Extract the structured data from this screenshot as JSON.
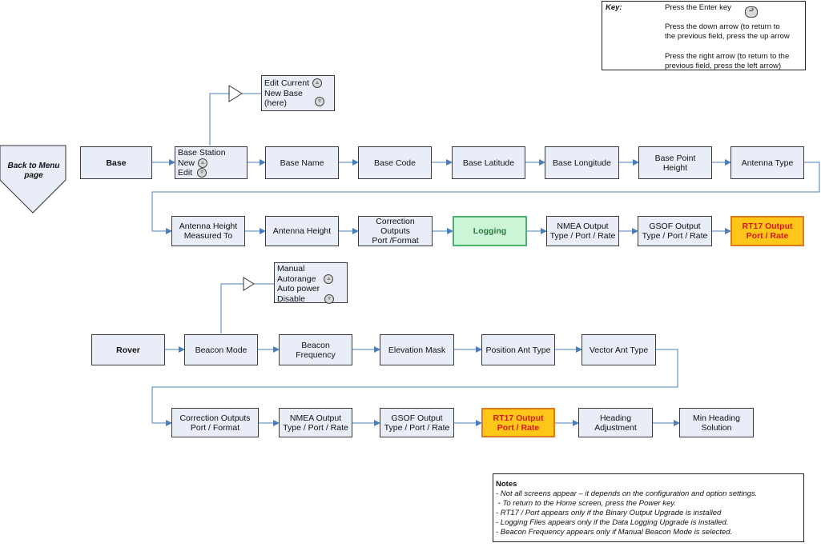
{
  "key": {
    "title": "Key:",
    "enter": "Press the Enter key",
    "down_1": "Press the down arrow (to return to",
    "down_2": "the previous field, press the up arrow",
    "right_1": "Press the right arrow (to return to the",
    "right_2": "previous field, press the left arrow)"
  },
  "back_to_menu": {
    "line1": "Back to Menu",
    "line2": "page"
  },
  "base_flow": {
    "base": "Base",
    "base_station_options": {
      "title": "Base Station",
      "new": "New",
      "edit": "Edit"
    },
    "edit_current_options": {
      "edit_current": "Edit Current",
      "new_base": "New Base",
      "here": "(here)"
    },
    "base_name": "Base Name",
    "base_code": "Base Code",
    "base_latitude": "Base Latitude",
    "base_longitude": "Base Longitude",
    "base_point_height": "Base Point Height",
    "antenna_type": "Antenna Type",
    "antenna_height_measured_to": {
      "line1": "Antenna Height",
      "line2": "Measured To"
    },
    "antenna_height": "Antenna Height",
    "correction_outputs": {
      "line1": "Correction Outputs",
      "line2": "Port /Format"
    },
    "logging": "Logging",
    "nmea_output": {
      "line1": "NMEA Output",
      "line2": "Type / Port / Rate"
    },
    "gsof_output": {
      "line1": "GSOF Output",
      "line2": "Type / Port / Rate"
    },
    "rt17_output": {
      "line1": "RT17 Output",
      "line2": "Port / Rate"
    }
  },
  "rover_flow": {
    "rover": "Rover",
    "beacon_mode": "Beacon Mode",
    "beacon_options": {
      "manual": "Manual",
      "autorange": "Autorange",
      "auto_power": "Auto power",
      "disable": "Disable"
    },
    "beacon_frequency": {
      "line1": "Beacon",
      "line2": "Frequency"
    },
    "elevation_mask": "Elevation Mask",
    "position_ant_type": "Position Ant Type",
    "vector_ant_type": "Vector Ant Type",
    "correction_outputs": {
      "line1": "Correction Outputs",
      "line2": "Port / Format"
    },
    "nmea_output": {
      "line1": "NMEA Output",
      "line2": "Type / Port / Rate"
    },
    "gsof_output": {
      "line1": "GSOF Output",
      "line2": "Type / Port / Rate"
    },
    "rt17_output": {
      "line1": "RT17 Output",
      "line2": "Port / Rate"
    },
    "heading_adjustment": {
      "line1": "Heading",
      "line2": "Adjustment"
    },
    "min_heading_solution": {
      "line1": "Min Heading",
      "line2": "Solution"
    }
  },
  "notes": {
    "title": "Notes",
    "lines": [
      "- Not all screens appear – it depends on the configuration and option settings.",
      " - To return to the Home screen, press the Power key.",
      "- RT17 / Port appears only if the Binary Output Upgrade is installed",
      "- Logging Files appears only if the Data Logging Upgrade is installed.",
      "- Beacon Frequency appears only if Manual Beacon Mode is selected."
    ]
  },
  "colors": {
    "box_fill": "#e8edf7",
    "arrow": "#4a7ebb",
    "highlight_green": "#ccf5d8",
    "highlight_orange": "#ffc61a",
    "highlight_text_red": "#d11a1a"
  }
}
